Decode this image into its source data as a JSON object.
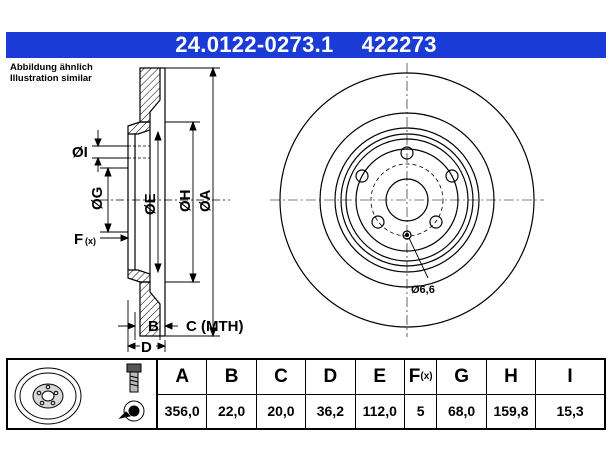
{
  "header": {
    "part_number": "24.0122-0273.1",
    "article_number": "422273"
  },
  "caption": {
    "line1": "Abbildung ähnlich",
    "line2": "Illustration similar"
  },
  "drawing": {
    "labels": {
      "dim_I": "ØI",
      "dim_G": "ØG",
      "dim_E": "ØE",
      "dim_H": "ØH",
      "dim_A": "ØA",
      "dim_F": "F",
      "dim_F_sub": "(x)",
      "dim_B": "B",
      "dim_C": "C (MTH)",
      "dim_D": "D",
      "bolt_hole": "Ø6,6"
    }
  },
  "spec_table": {
    "columns": [
      {
        "key": "A",
        "header": "A",
        "value": "356,0"
      },
      {
        "key": "B",
        "header": "B",
        "value": "22,0"
      },
      {
        "key": "C",
        "header": "C",
        "value": "20,0"
      },
      {
        "key": "D",
        "header": "D",
        "value": "36,2"
      },
      {
        "key": "E",
        "header": "E",
        "value": "112,0"
      },
      {
        "key": "F",
        "header": "F",
        "header_sub": "(x)",
        "value": "5"
      },
      {
        "key": "G",
        "header": "G",
        "value": "68,0"
      },
      {
        "key": "H",
        "header": "H",
        "value": "159,8"
      },
      {
        "key": "I",
        "header": "I",
        "value": "15,3"
      }
    ]
  }
}
